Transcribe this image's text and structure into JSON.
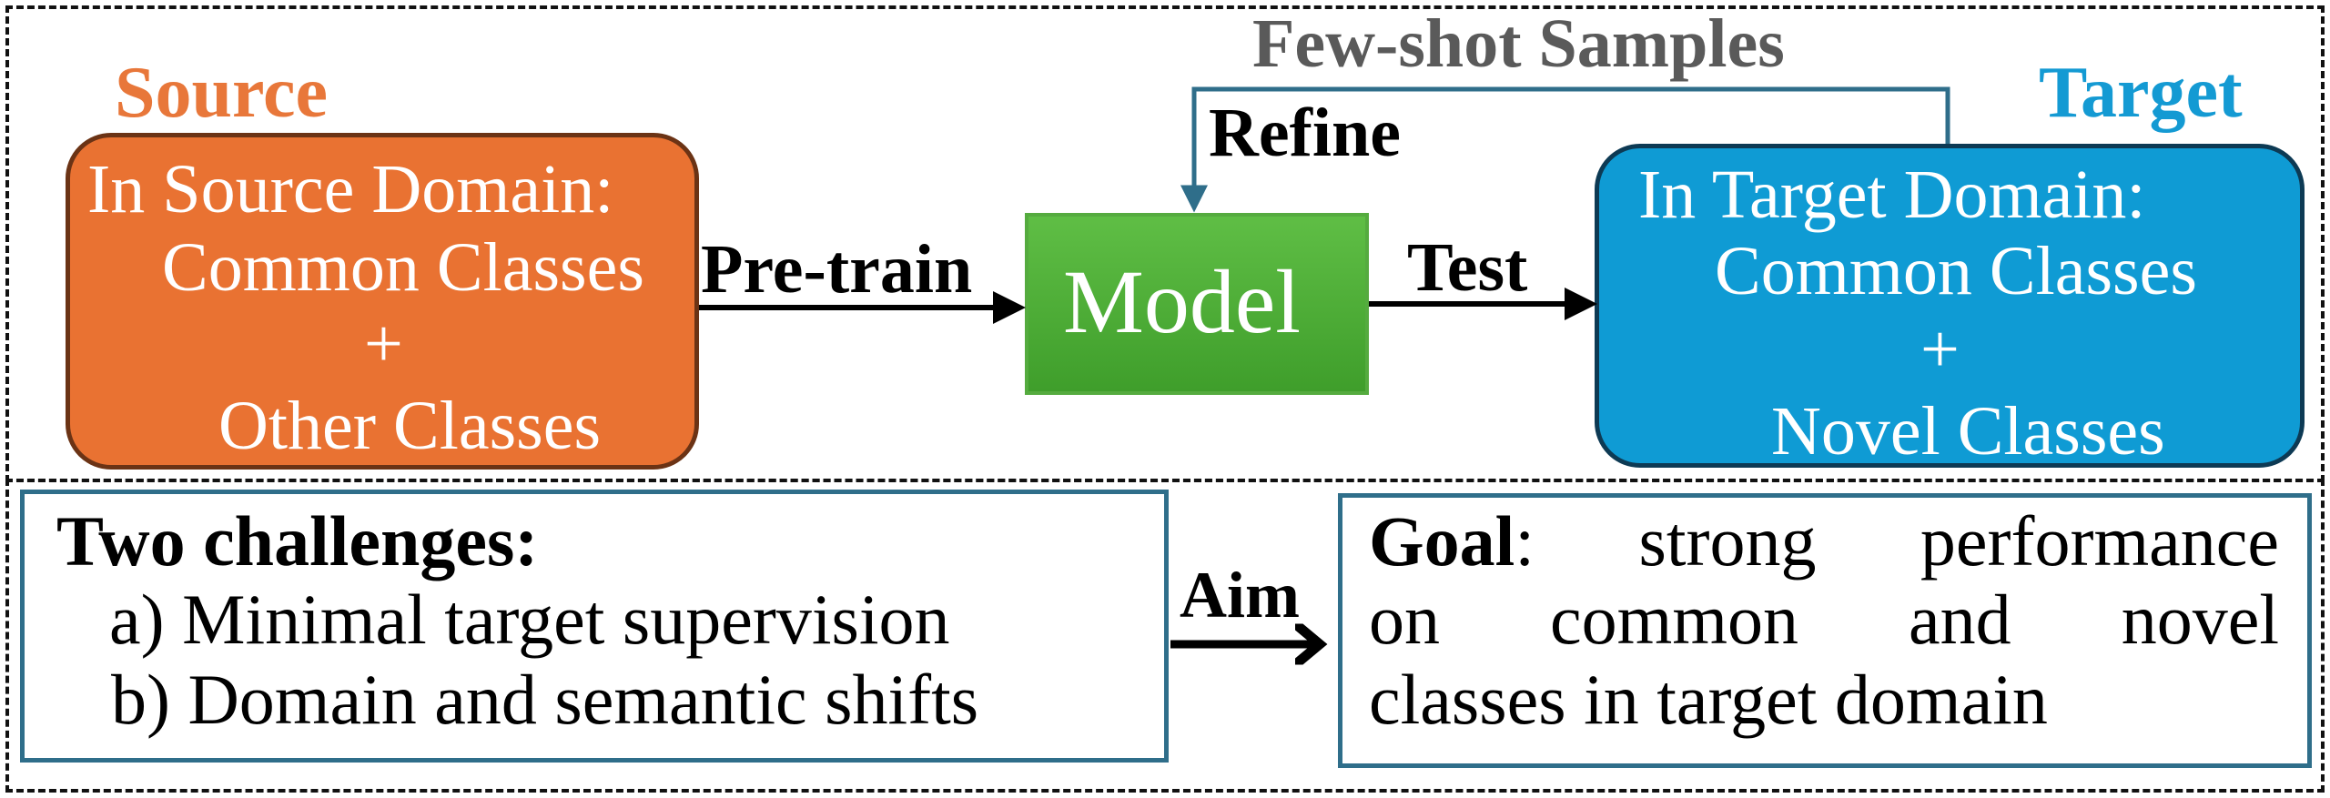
{
  "top": {
    "source_title": "Source",
    "target_title": "Target",
    "few_shot_label": "Few-shot Samples",
    "refine_label": "Refine",
    "pretrain_label": "Pre-train",
    "test_label": "Test",
    "source_box": {
      "line1": "In Source Domain:",
      "line2": "Common Classes",
      "line3": "+",
      "line4": "Other Classes"
    },
    "model_label": "Model",
    "target_box": {
      "line1": "In Target Domain:",
      "line2": "Common Classes",
      "line3": "+",
      "line4": "Novel Classes"
    }
  },
  "bottom": {
    "challenges_title": "Two challenges:",
    "challenge_a": "a) Minimal target supervision",
    "challenge_b": "b) Domain and semantic shifts",
    "aim_label": "Aim",
    "goal_bold": "Goal",
    "goal_line1_rest": ": strong performance",
    "goal_line2": "on common and novel",
    "goal_line3": "classes in target domain"
  },
  "colors": {
    "source": "#e97232",
    "model": "#4caf36",
    "target": "#0f9bd4",
    "source_title": "#e8773a",
    "target_title": "#149ad3",
    "few_shot": "#5a5a5a",
    "teal_border": "#2f6e8a"
  }
}
